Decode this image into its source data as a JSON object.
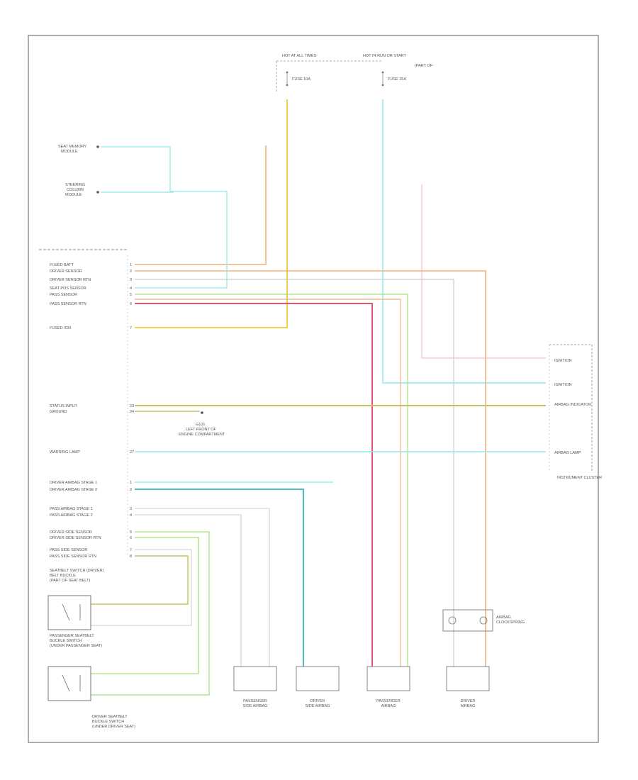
{
  "diagram": {
    "caption": "",
    "colors": {
      "border": "#777777",
      "wire_orange": "#f2b07c",
      "wire_yellow": "#f2d050",
      "wire_red": "#e0577e",
      "wire_cyan": "#8fe8e8",
      "wire_green": "#a7e07a",
      "wire_olive": "#c8c060",
      "wire_teal": "#5ab8b8",
      "wire_grey": "#cccccc",
      "wire_pink": "#f0b0b8"
    },
    "fuses": [
      {
        "id": "fuse-left",
        "label": "HOT AT ALL TIMES",
        "sub": "FUSE 10A"
      },
      {
        "id": "fuse-right",
        "label": "HOT IN RUN OR START",
        "sub": "FUSE 15A"
      }
    ],
    "left_components": [
      {
        "id": "memory-module",
        "lines": [
          "SEAT MEMORY",
          "MODULE"
        ]
      },
      {
        "id": "steering-column-module",
        "lines": [
          "STEERING",
          "COLUMN",
          "MODULE"
        ]
      }
    ],
    "module_pins_top": [
      {
        "label": "FUSED BATT",
        "pin": "1"
      },
      {
        "label": "DRIVER SENSOR",
        "pin": "2"
      },
      {
        "label": "DRIVER SENSOR RTN",
        "pin": "3"
      },
      {
        "label": "SEAT POS SENSOR",
        "pin": "4"
      },
      {
        "label": "PASS SENSOR",
        "pin": "5"
      },
      {
        "label": "PASS SENSOR RTN",
        "pin": "6"
      }
    ],
    "module_pin_ign": {
      "label": "FUSED IGN",
      "pin": "7"
    },
    "module_pins_mid": [
      {
        "label": "STATUS INPUT",
        "pin": "23"
      },
      {
        "label": "GROUND",
        "pin": "24"
      }
    ],
    "module_pin_lamp": {
      "label": "WARNING LAMP",
      "pin": "27"
    },
    "module_pins_bottom": [
      {
        "label": "DRIVER AIRBAG STAGE 1",
        "pin": "1"
      },
      {
        "label": "DRIVER AIRBAG STAGE 2",
        "pin": "2"
      },
      {
        "label": "PASS AIRBAG STAGE 1",
        "pin": "3"
      },
      {
        "label": "PASS AIRBAG STAGE 2",
        "pin": "4"
      },
      {
        "label": "DRIVER SIDE SENSOR",
        "pin": "5"
      },
      {
        "label": "DRIVER SIDE SENSOR RTN",
        "pin": "6"
      },
      {
        "label": "PASS SIDE SENSOR",
        "pin": "7"
      },
      {
        "label": "PASS SIDE SENSOR RTN",
        "pin": "8"
      }
    ],
    "ground_note": [
      "G101",
      "LEFT FRONT OF",
      "ENGINE COMPARTMENT"
    ],
    "right_labels": [
      {
        "id": "ignition-1",
        "text": "IGNITION"
      },
      {
        "id": "ignition-2",
        "text": "IGNITION"
      },
      {
        "id": "airbag-indicator",
        "text": "AIRBAG INDICATOR"
      },
      {
        "id": "airbag-lamp",
        "text": "AIRBAG LAMP"
      }
    ],
    "instrument_cluster": "INSTRUMENT CLUSTER",
    "seatbelt_note": [
      "SEATBELT SWITCH (DRIVER)",
      "BELT BUCKLE",
      "(PART OF SEAT BELT)"
    ],
    "pass_switch": [
      "PASSENGER SEATBELT",
      "BUCKLE SWITCH",
      "(UNDER PASSENGER SEAT)"
    ],
    "driver_switch": [
      "DRIVER SEATBELT",
      "BUCKLE SWITCH",
      "(UNDER DRIVER SEAT)"
    ],
    "clockspring": [
      "AIRBAG",
      "CLOCKSPRING"
    ],
    "bottom_components": [
      {
        "id": "passenger-side-airbag",
        "lines": [
          "PASSENGER",
          "SIDE AIRBAG"
        ]
      },
      {
        "id": "driver-side-airbag",
        "lines": [
          "DRIVER",
          "SIDE AIRBAG"
        ]
      },
      {
        "id": "passenger-airbag",
        "lines": [
          "PASSENGER",
          "AIRBAG"
        ]
      },
      {
        "id": "driver-airbag",
        "lines": [
          "DRIVER",
          "AIRBAG"
        ]
      }
    ]
  }
}
